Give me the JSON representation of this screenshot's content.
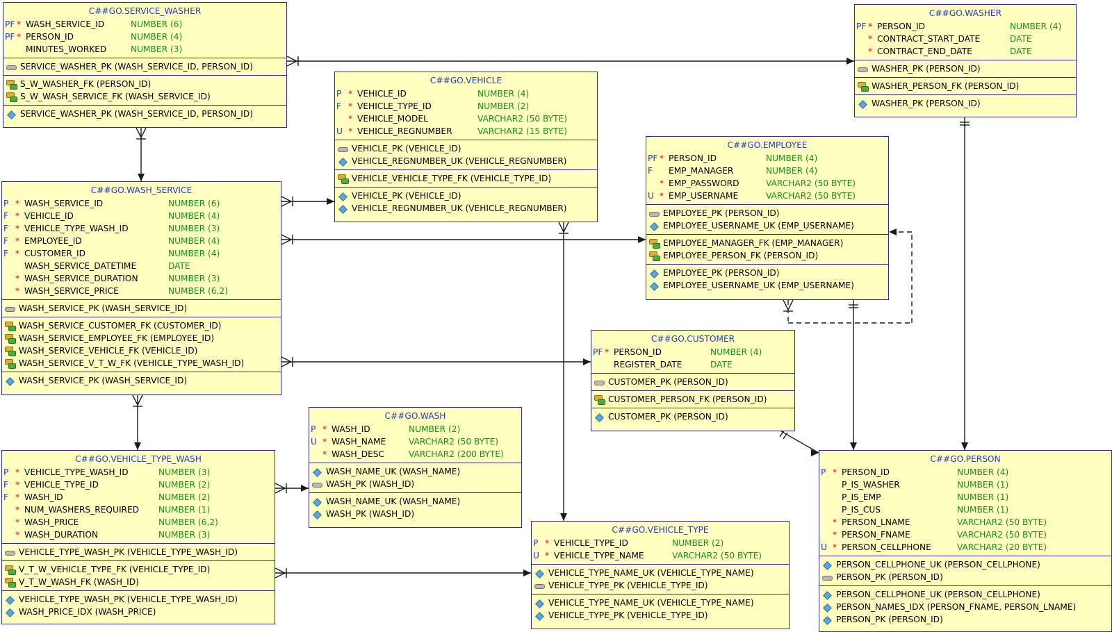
{
  "tables": {
    "service_washer": {
      "title": "C##GO.SERVICE_WASHER",
      "columns": [
        {
          "m1": "PF",
          "m2": "*",
          "name": "WASH_SERVICE_ID",
          "type": "NUMBER (6)"
        },
        {
          "m1": "PF",
          "m2": "*",
          "name": "PERSON_ID",
          "type": "NUMBER (4)"
        },
        {
          "m1": "",
          "m2": "",
          "name": "MINUTES_WORKED",
          "type": "NUMBER (3)"
        }
      ],
      "pk": [
        {
          "icon": "key",
          "text": "SERVICE_WASHER_PK (WASH_SERVICE_ID, PERSON_ID)"
        }
      ],
      "fk": [
        {
          "icon": "fk",
          "text": "S_W_WASHER_FK (PERSON_ID)"
        },
        {
          "icon": "fk",
          "text": "S_W_WASH_SERVICE_FK (WASH_SERVICE_ID)"
        }
      ],
      "idx": [
        {
          "icon": "diamond",
          "text": "SERVICE_WASHER_PK (WASH_SERVICE_ID, PERSON_ID)"
        }
      ]
    },
    "washer": {
      "title": "C##GO.WASHER",
      "columns": [
        {
          "m1": "PF",
          "m2": "*",
          "name": "PERSON_ID",
          "type": "NUMBER (4)"
        },
        {
          "m1": "",
          "m2": "*",
          "name": "CONTRACT_START_DATE",
          "type": "DATE"
        },
        {
          "m1": "",
          "m2": "*",
          "name": "CONTRACT_END_DATE",
          "type": "DATE"
        }
      ],
      "pk": [
        {
          "icon": "key",
          "text": "WASHER_PK (PERSON_ID)"
        }
      ],
      "fk": [
        {
          "icon": "fk",
          "text": "WASHER_PERSON_FK (PERSON_ID)"
        }
      ],
      "idx": [
        {
          "icon": "diamond",
          "text": "WASHER_PK (PERSON_ID)"
        }
      ]
    },
    "vehicle": {
      "title": "C##GO.VEHICLE",
      "columns": [
        {
          "m1": "P",
          "m2": "*",
          "name": "VEHICLE_ID",
          "type": "NUMBER (4)"
        },
        {
          "m1": "F",
          "m2": "*",
          "name": "VEHICLE_TYPE_ID",
          "type": "NUMBER (2)"
        },
        {
          "m1": "",
          "m2": "*",
          "name": "VEHICLE_MODEL",
          "type": "VARCHAR2 (50 BYTE)"
        },
        {
          "m1": "U",
          "m2": "*",
          "name": "VEHICLE_REGNUMBER",
          "type": "VARCHAR2 (15 BYTE)"
        }
      ],
      "pk": [
        {
          "icon": "key",
          "text": "VEHICLE_PK (VEHICLE_ID)"
        },
        {
          "icon": "diamond",
          "text": "VEHICLE_REGNUMBER_UK (VEHICLE_REGNUMBER)"
        }
      ],
      "fk": [
        {
          "icon": "fk",
          "text": "VEHICLE_VEHICLE_TYPE_FK (VEHICLE_TYPE_ID)"
        }
      ],
      "idx": [
        {
          "icon": "diamond",
          "text": "VEHICLE_PK (VEHICLE_ID)"
        },
        {
          "icon": "diamond",
          "text": "VEHICLE_REGNUMBER_UK (VEHICLE_REGNUMBER)"
        }
      ]
    },
    "employee": {
      "title": "C##GO.EMPLOYEE",
      "columns": [
        {
          "m1": "PF",
          "m2": "*",
          "name": "PERSON_ID",
          "type": "NUMBER (4)"
        },
        {
          "m1": "F",
          "m2": "",
          "name": "EMP_MANAGER",
          "type": "NUMBER (4)"
        },
        {
          "m1": "",
          "m2": "*",
          "name": "EMP_PASSWORD",
          "type": "VARCHAR2 (50 BYTE)"
        },
        {
          "m1": "U",
          "m2": "*",
          "name": "EMP_USERNAME",
          "type": "VARCHAR2 (50 BYTE)"
        }
      ],
      "pk": [
        {
          "icon": "key",
          "text": "EMPLOYEE_PK (PERSON_ID)"
        },
        {
          "icon": "diamond",
          "text": "EMPLOYEE_USERNAME_UK (EMP_USERNAME)"
        }
      ],
      "fk": [
        {
          "icon": "fk",
          "text": "EMPLOYEE_MANAGER_FK (EMP_MANAGER)"
        },
        {
          "icon": "fk",
          "text": "EMPLOYEE_PERSON_FK (PERSON_ID)"
        }
      ],
      "idx": [
        {
          "icon": "diamond",
          "text": "EMPLOYEE_PK (PERSON_ID)"
        },
        {
          "icon": "diamond",
          "text": "EMPLOYEE_USERNAME_UK (EMP_USERNAME)"
        }
      ]
    },
    "wash_service": {
      "title": "C##GO.WASH_SERVICE",
      "columns": [
        {
          "m1": "P",
          "m2": "*",
          "name": "WASH_SERVICE_ID",
          "type": "NUMBER (6)"
        },
        {
          "m1": "F",
          "m2": "*",
          "name": "VEHICLE_ID",
          "type": "NUMBER (4)"
        },
        {
          "m1": "F",
          "m2": "*",
          "name": "VEHICLE_TYPE_WASH_ID",
          "type": "NUMBER (3)"
        },
        {
          "m1": "F",
          "m2": "*",
          "name": "EMPLOYEE_ID",
          "type": "NUMBER (4)"
        },
        {
          "m1": "F",
          "m2": "*",
          "name": "CUSTOMER_ID",
          "type": "NUMBER (4)"
        },
        {
          "m1": "",
          "m2": "",
          "name": "WASH_SERVICE_DATETIME",
          "type": "DATE"
        },
        {
          "m1": "",
          "m2": "*",
          "name": "WASH_SERVICE_DURATION",
          "type": "NUMBER (3)"
        },
        {
          "m1": "",
          "m2": "*",
          "name": "WASH_SERVICE_PRICE",
          "type": "NUMBER (6,2)"
        }
      ],
      "pk": [
        {
          "icon": "key",
          "text": "WASH_SERVICE_PK (WASH_SERVICE_ID)"
        }
      ],
      "fk": [
        {
          "icon": "fk",
          "text": "WASH_SERVICE_CUSTOMER_FK (CUSTOMER_ID)"
        },
        {
          "icon": "fk",
          "text": "WASH_SERVICE_EMPLOYEE_FK (EMPLOYEE_ID)"
        },
        {
          "icon": "fk",
          "text": "WASH_SERVICE_VEHICLE_FK (VEHICLE_ID)"
        },
        {
          "icon": "fk",
          "text": "WASH_SERVICE_V_T_W_FK (VEHICLE_TYPE_WASH_ID)"
        }
      ],
      "idx": [
        {
          "icon": "diamond",
          "text": "WASH_SERVICE_PK (WASH_SERVICE_ID)"
        }
      ]
    },
    "customer": {
      "title": "C##GO.CUSTOMER",
      "columns": [
        {
          "m1": "PF",
          "m2": "*",
          "name": "PERSON_ID",
          "type": "NUMBER (4)"
        },
        {
          "m1": "",
          "m2": "",
          "name": "REGISTER_DATE",
          "type": "DATE"
        }
      ],
      "pk": [
        {
          "icon": "key",
          "text": "CUSTOMER_PK (PERSON_ID)"
        }
      ],
      "fk": [
        {
          "icon": "fk",
          "text": "CUSTOMER_PERSON_FK (PERSON_ID)"
        }
      ],
      "idx": [
        {
          "icon": "diamond",
          "text": "CUSTOMER_PK (PERSON_ID)"
        }
      ]
    },
    "wash": {
      "title": "C##GO.WASH",
      "columns": [
        {
          "m1": "P",
          "m2": "*",
          "name": "WASH_ID",
          "type": "NUMBER (2)"
        },
        {
          "m1": "U",
          "m2": "*",
          "name": "WASH_NAME",
          "type": "VARCHAR2 (50 BYTE)"
        },
        {
          "m1": "",
          "m2": "*",
          "name": "WASH_DESC",
          "type": "VARCHAR2 (200 BYTE)"
        }
      ],
      "pk": [
        {
          "icon": "diamond",
          "text": "WASH_NAME_UK (WASH_NAME)"
        },
        {
          "icon": "key",
          "text": "WASH_PK (WASH_ID)"
        }
      ],
      "fk": [],
      "idx": [
        {
          "icon": "diamond",
          "text": "WASH_NAME_UK (WASH_NAME)"
        },
        {
          "icon": "diamond",
          "text": "WASH_PK (WASH_ID)"
        }
      ]
    },
    "vehicle_type_wash": {
      "title": "C##GO.VEHICLE_TYPE_WASH",
      "columns": [
        {
          "m1": "P",
          "m2": "*",
          "name": "VEHICLE_TYPE_WASH_ID",
          "type": "NUMBER (3)"
        },
        {
          "m1": "F",
          "m2": "*",
          "name": "VEHICLE_TYPE_ID",
          "type": "NUMBER (2)"
        },
        {
          "m1": "F",
          "m2": "*",
          "name": "WASH_ID",
          "type": "NUMBER (2)"
        },
        {
          "m1": "",
          "m2": "*",
          "name": "NUM_WASHERS_REQUIRED",
          "type": "NUMBER (1)"
        },
        {
          "m1": "",
          "m2": "*",
          "name": "WASH_PRICE",
          "type": "NUMBER (6,2)"
        },
        {
          "m1": "",
          "m2": "*",
          "name": "WASH_DURATION",
          "type": "NUMBER (3)"
        }
      ],
      "pk": [
        {
          "icon": "key",
          "text": "VEHICLE_TYPE_WASH_PK (VEHICLE_TYPE_WASH_ID)"
        }
      ],
      "fk": [
        {
          "icon": "fk",
          "text": "V_T_W_VEHICLE_TYPE_FK (VEHICLE_TYPE_ID)"
        },
        {
          "icon": "fk",
          "text": "V_T_W_WASH_FK (WASH_ID)"
        }
      ],
      "idx": [
        {
          "icon": "diamond",
          "text": "VEHICLE_TYPE_WASH_PK (VEHICLE_TYPE_WASH_ID)"
        },
        {
          "icon": "diamond",
          "text": "WASH_PRICE_IDX (WASH_PRICE)"
        }
      ]
    },
    "vehicle_type": {
      "title": "C##GO.VEHICLE_TYPE",
      "columns": [
        {
          "m1": "P",
          "m2": "*",
          "name": "VEHICLE_TYPE_ID",
          "type": "NUMBER (2)"
        },
        {
          "m1": "U",
          "m2": "*",
          "name": "VEHICLE_TYPE_NAME",
          "type": "VARCHAR2 (50 BYTE)"
        }
      ],
      "pk": [
        {
          "icon": "diamond",
          "text": "VEHICLE_TYPE_NAME_UK (VEHICLE_TYPE_NAME)"
        },
        {
          "icon": "key",
          "text": "VEHICLE_TYPE_PK (VEHICLE_TYPE_ID)"
        }
      ],
      "fk": [],
      "idx": [
        {
          "icon": "diamond",
          "text": "VEHICLE_TYPE_NAME_UK (VEHICLE_TYPE_NAME)"
        },
        {
          "icon": "diamond",
          "text": "VEHICLE_TYPE_PK (VEHICLE_TYPE_ID)"
        }
      ]
    },
    "person": {
      "title": "C##GO.PERSON",
      "columns": [
        {
          "m1": "P",
          "m2": "*",
          "name": "PERSON_ID",
          "type": "NUMBER (4)"
        },
        {
          "m1": "",
          "m2": "",
          "name": "P_IS_WASHER",
          "type": "NUMBER (1)"
        },
        {
          "m1": "",
          "m2": "",
          "name": "P_IS_EMP",
          "type": "NUMBER (1)"
        },
        {
          "m1": "",
          "m2": "",
          "name": "P_IS_CUS",
          "type": "NUMBER (1)"
        },
        {
          "m1": "",
          "m2": "*",
          "name": "PERSON_LNAME",
          "type": "VARCHAR2 (50 BYTE)"
        },
        {
          "m1": "",
          "m2": "*",
          "name": "PERSON_FNAME",
          "type": "VARCHAR2 (50 BYTE)"
        },
        {
          "m1": "U",
          "m2": "*",
          "name": "PERSON_CELLPHONE",
          "type": "VARCHAR2 (20 BYTE)"
        }
      ],
      "pk": [
        {
          "icon": "diamond",
          "text": "PERSON_CELLPHONE_UK (PERSON_CELLPHONE)"
        },
        {
          "icon": "key",
          "text": "PERSON_PK (PERSON_ID)"
        }
      ],
      "fk": [],
      "idx": [
        {
          "icon": "diamond",
          "text": "PERSON_CELLPHONE_UK (PERSON_CELLPHONE)"
        },
        {
          "icon": "diamond",
          "text": "PERSON_NAMES_IDX (PERSON_FNAME, PERSON_LNAME)"
        },
        {
          "icon": "diamond",
          "text": "PERSON_PK (PERSON_ID)"
        }
      ]
    }
  },
  "colors": {
    "background": "#ffffff",
    "table_fill": "#ffffc0",
    "table_border": "#2a2aa8",
    "title_text": "#1f3dbd",
    "type_text": "#17901a",
    "mandatory_mark": "#e00000",
    "connector": "#1a1a1a"
  }
}
